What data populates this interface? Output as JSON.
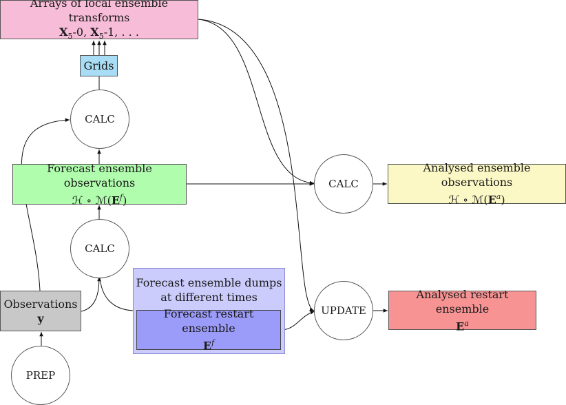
{
  "nodes": {
    "arrays": {
      "title": "Arrays of local ensemble transforms",
      "x_symbol": "X",
      "x_sub": "5",
      "x_item1": "-0",
      "x_sep": ", ",
      "x_item2": "-1",
      "x_tail": ", . . .",
      "color": "#f7bcd7"
    },
    "grids": {
      "label": "Grids",
      "color": "#a9ddf5"
    },
    "calc_top": {
      "label": "CALC"
    },
    "forecast_obs": {
      "title": "Forecast ensemble observations",
      "math_pre": "ℋ ∘ ℳ(",
      "math_E": "E",
      "math_sup": "f",
      "math_post": ")",
      "color": "#b1fdae"
    },
    "calc_middle": {
      "label": "CALC"
    },
    "observations": {
      "title": "Observations",
      "symbol": "y",
      "color": "#c8c8c8"
    },
    "prep": {
      "label": "PREP"
    },
    "forecast_dumps": {
      "title_line1": "Forecast ensemble dumps",
      "title_line2": "at different times",
      "color": "#cbcbfc"
    },
    "forecast_restart": {
      "title": "Forecast restart ensemble",
      "symbol": "E",
      "sup": "f",
      "color": "#9b9bf9"
    },
    "calc_right": {
      "label": "CALC"
    },
    "update": {
      "label": "UPDATE"
    },
    "analysed_obs": {
      "title": "Analysed ensemble observations",
      "math_pre": "ℋ ∘ ℳ(",
      "math_E": "E",
      "math_sup": "a",
      "math_post": ")",
      "color": "#fbf8c5"
    },
    "analysed_restart": {
      "title": "Analysed restart ensemble",
      "symbol": "E",
      "sup": "a",
      "color": "#f79393"
    }
  }
}
